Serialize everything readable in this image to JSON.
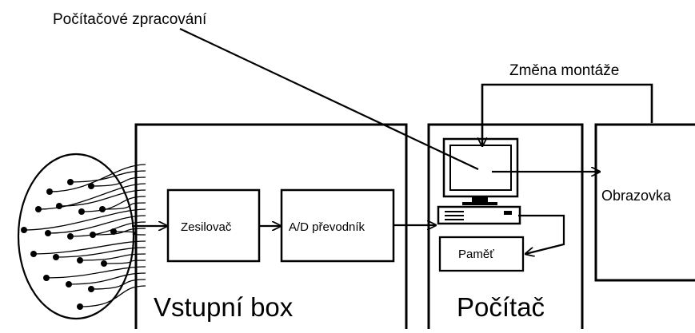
{
  "diagram": {
    "labels": {
      "computer_processing": "Počítačové zpracování",
      "montage_change": "Změna montáže",
      "input_box": "Vstupní box",
      "amplifier": "Zesilovač",
      "ad_converter": "A/D převodník",
      "computer": "Počítač",
      "memory": "Paměť",
      "display": "Obrazovka"
    },
    "electrode_count": 20
  }
}
